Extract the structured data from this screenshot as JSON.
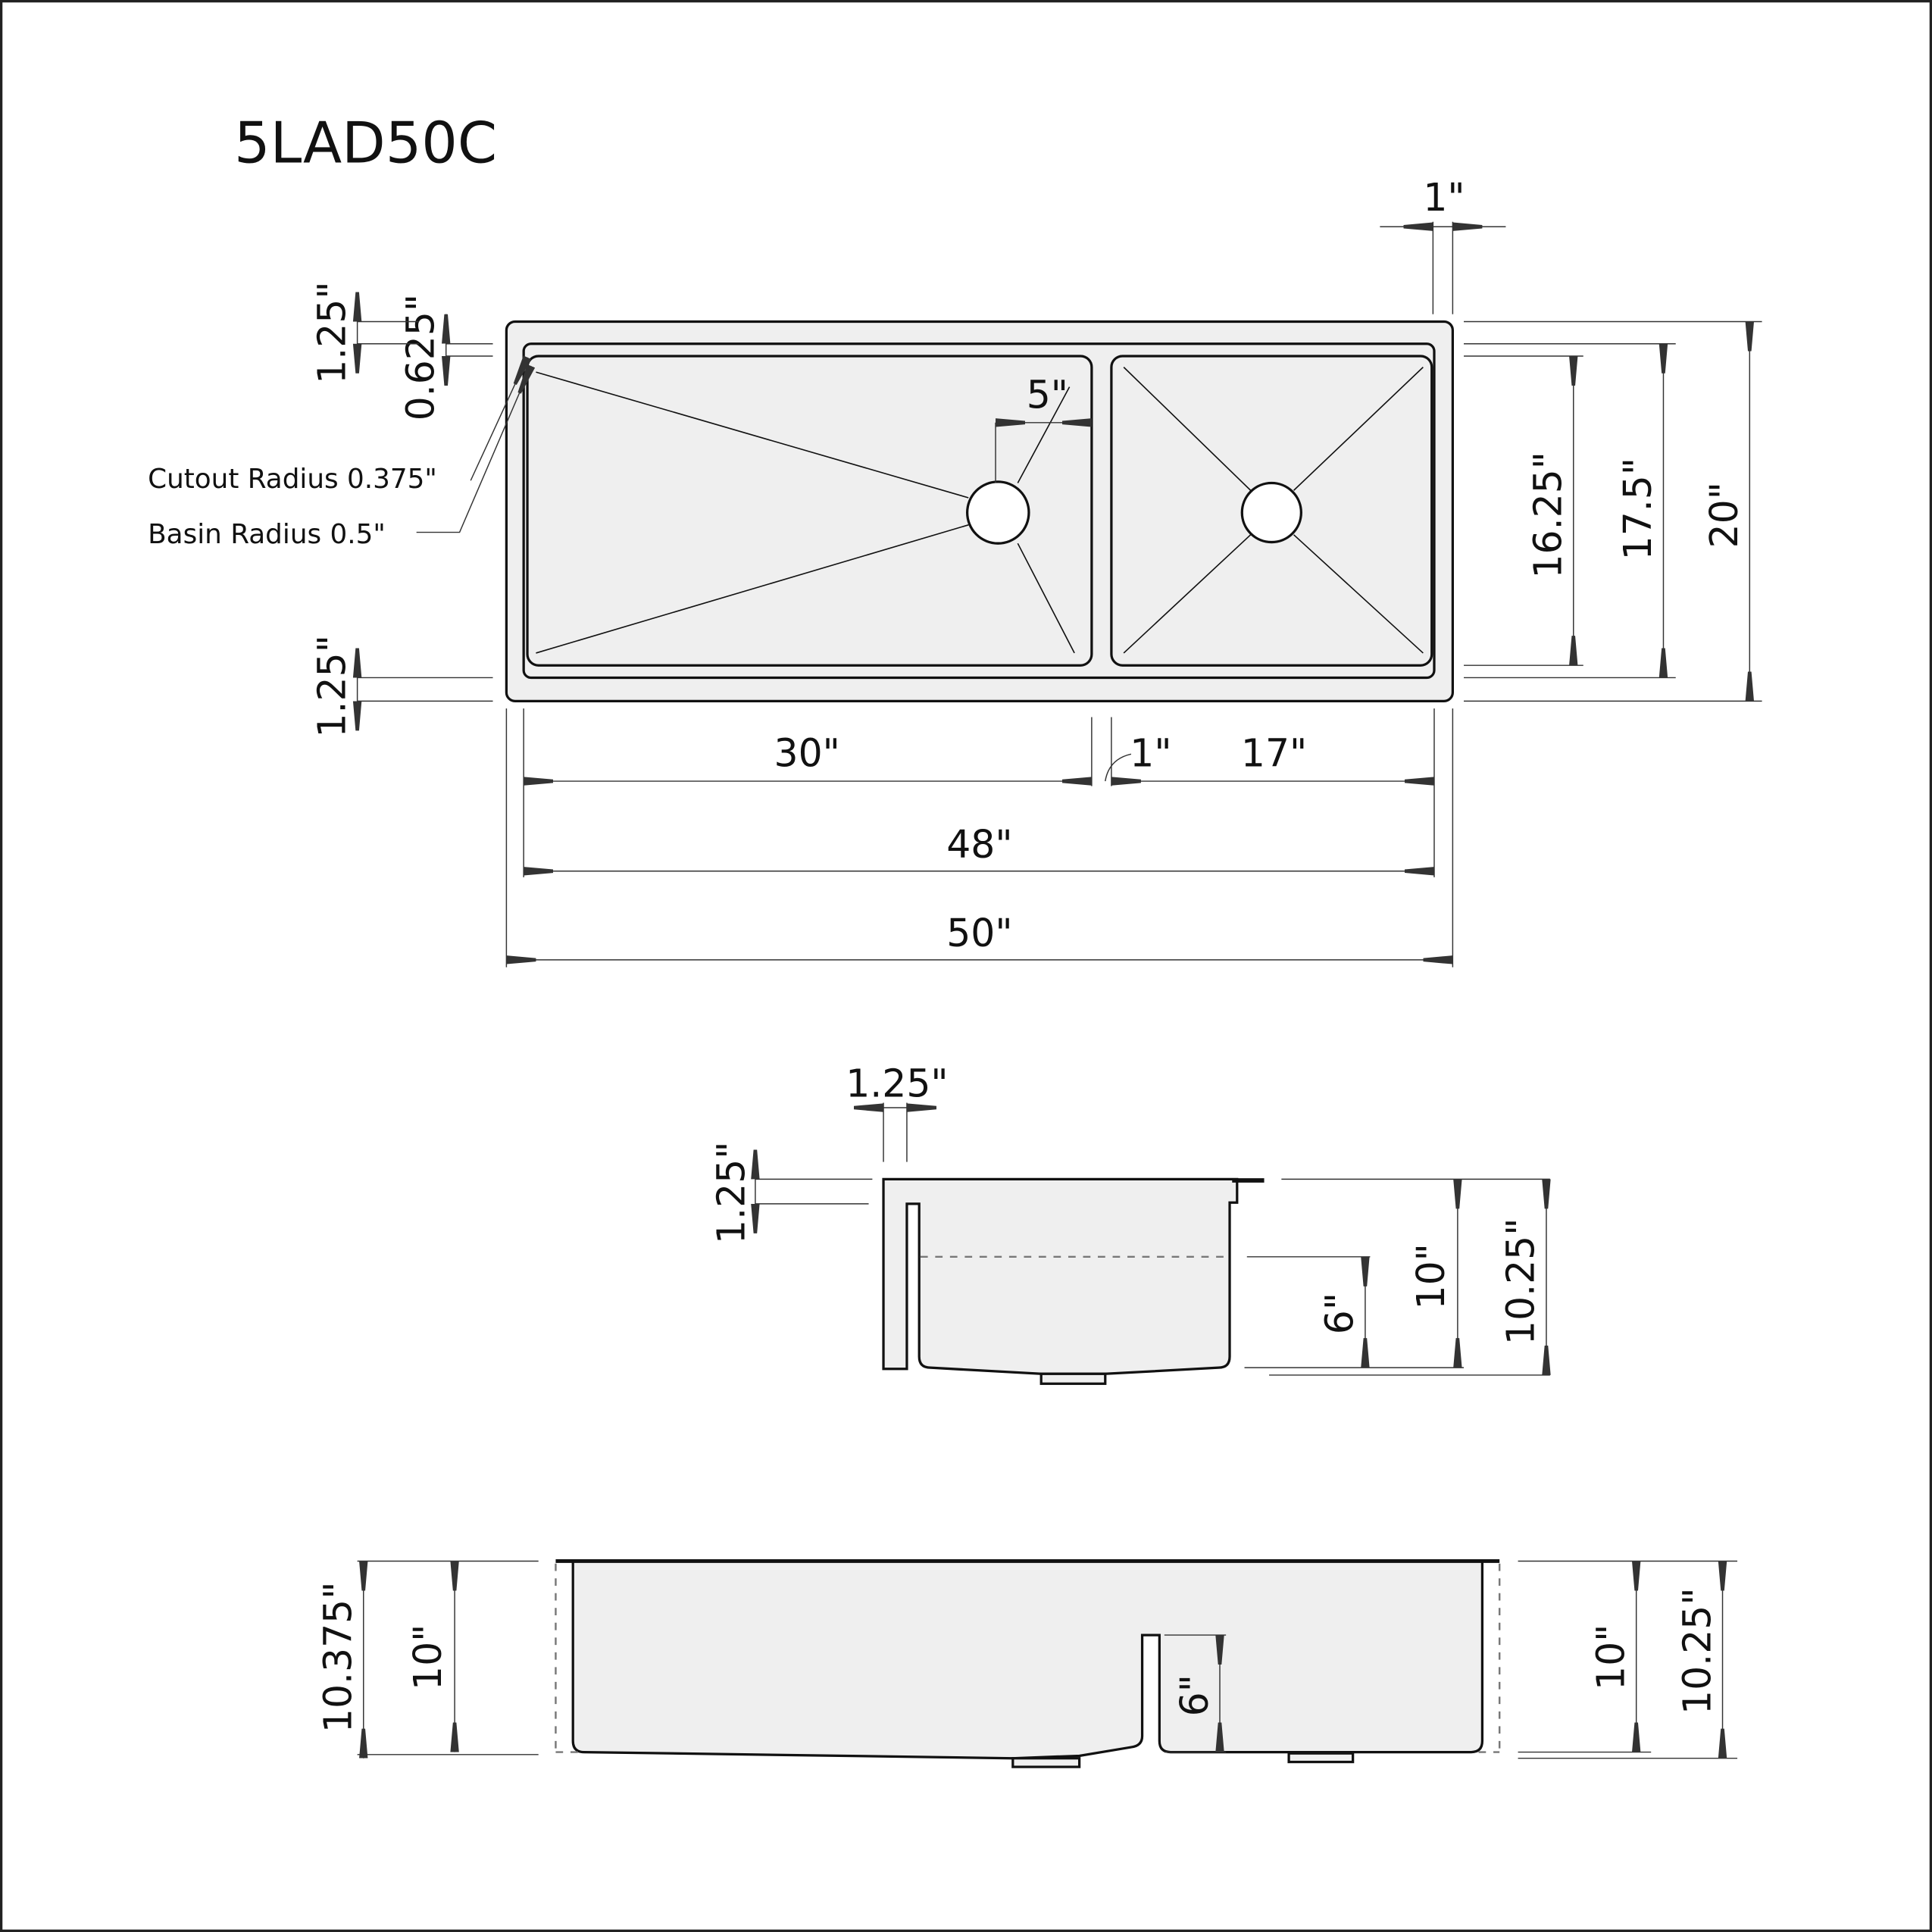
{
  "title": "5LAD50C",
  "top_view": {
    "flange_width": "1\"",
    "top_rim": "1.25\"",
    "cutout_offset": "0.625\"",
    "bottom_rim": "1.25\"",
    "drain_offset": "5\"",
    "basin_depth": "16.25\"",
    "cutout_depth": "17.5\"",
    "overall_depth": "20\"",
    "left_basin_width": "30\"",
    "divider_width": "1\"",
    "right_basin_width": "17\"",
    "cutout_width": "48\"",
    "overall_width": "50\"",
    "cutout_radius": "Cutout Radius 0.375\"",
    "basin_radius": "Basin Radius 0.5\""
  },
  "side_view": {
    "apron_thickness": "1.25\"",
    "rim_height": "1.25\"",
    "divider_height": "6\"",
    "basin_height": "10\"",
    "overall_height": "10.25\""
  },
  "front_view": {
    "left_overall_height": "10.375\"",
    "left_basin_height": "10\"",
    "divider_height": "6\"",
    "right_basin_height": "10\"",
    "right_overall_height": "10.25\""
  }
}
